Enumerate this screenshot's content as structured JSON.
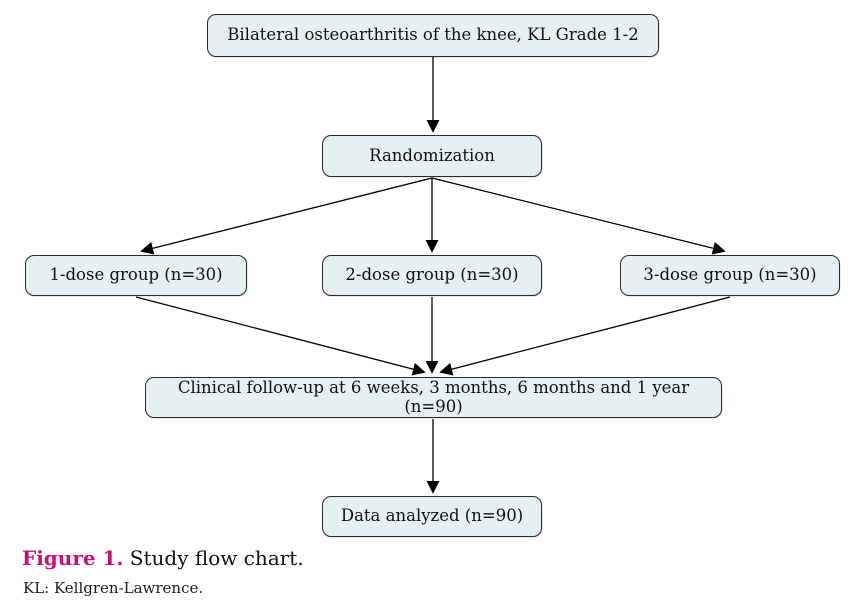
{
  "figure": {
    "caption_label": "Figure 1.",
    "caption_text": " Study flow chart.",
    "footnote": "KL: Kellgren-Lawrence."
  },
  "nodes": {
    "condition": {
      "label": "Bilateral osteoarthritis of the knee, KL Grade 1-2"
    },
    "randomization": {
      "label": "Randomization"
    },
    "dose1": {
      "label": "1-dose group (n=30)"
    },
    "dose2": {
      "label": "2-dose group (n=30)"
    },
    "dose3": {
      "label": "3-dose group (n=30)"
    },
    "followup": {
      "label": "Clinical follow-up at 6 weeks, 3 months, 6 months and 1 year (n=90)"
    },
    "analyzed": {
      "label": "Data analyzed (n=90)"
    }
  },
  "colors": {
    "box_fill": "#e4f0f1",
    "box_border": "#2b2b2b",
    "arrow": "#000000",
    "caption_accent": "#c51077"
  }
}
